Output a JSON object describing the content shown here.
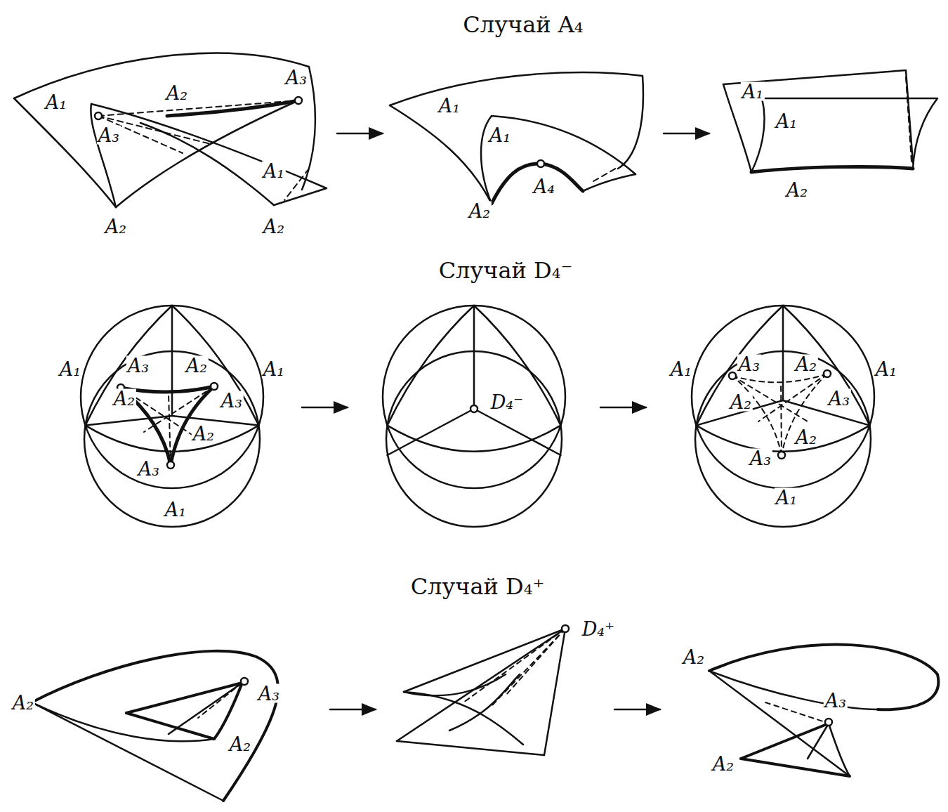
{
  "diagram": {
    "labels": [
      "Случай A₄",
      "A₁",
      "A₂",
      "A₃",
      "A₃",
      "A₁",
      "A₂",
      "A₂",
      "A₁",
      "A₁",
      "A₄",
      "A₂",
      "A₁",
      "A₁",
      "A₂",
      "Случай D₄⁻",
      "A₁",
      "A₃",
      "A₂",
      "A₁",
      "A₃",
      "A₂",
      "A₂",
      "A₃",
      "A₁",
      "D₄⁻",
      "A₁",
      "A₃",
      "A₂",
      "A₁",
      "A₂",
      "A₃",
      "A₂",
      "A₃",
      "A₁",
      "Случай D₄⁺",
      "A₂",
      "A₃",
      "A₂",
      "D₄⁺",
      "A₂",
      "A₃",
      "A₂"
    ]
  }
}
